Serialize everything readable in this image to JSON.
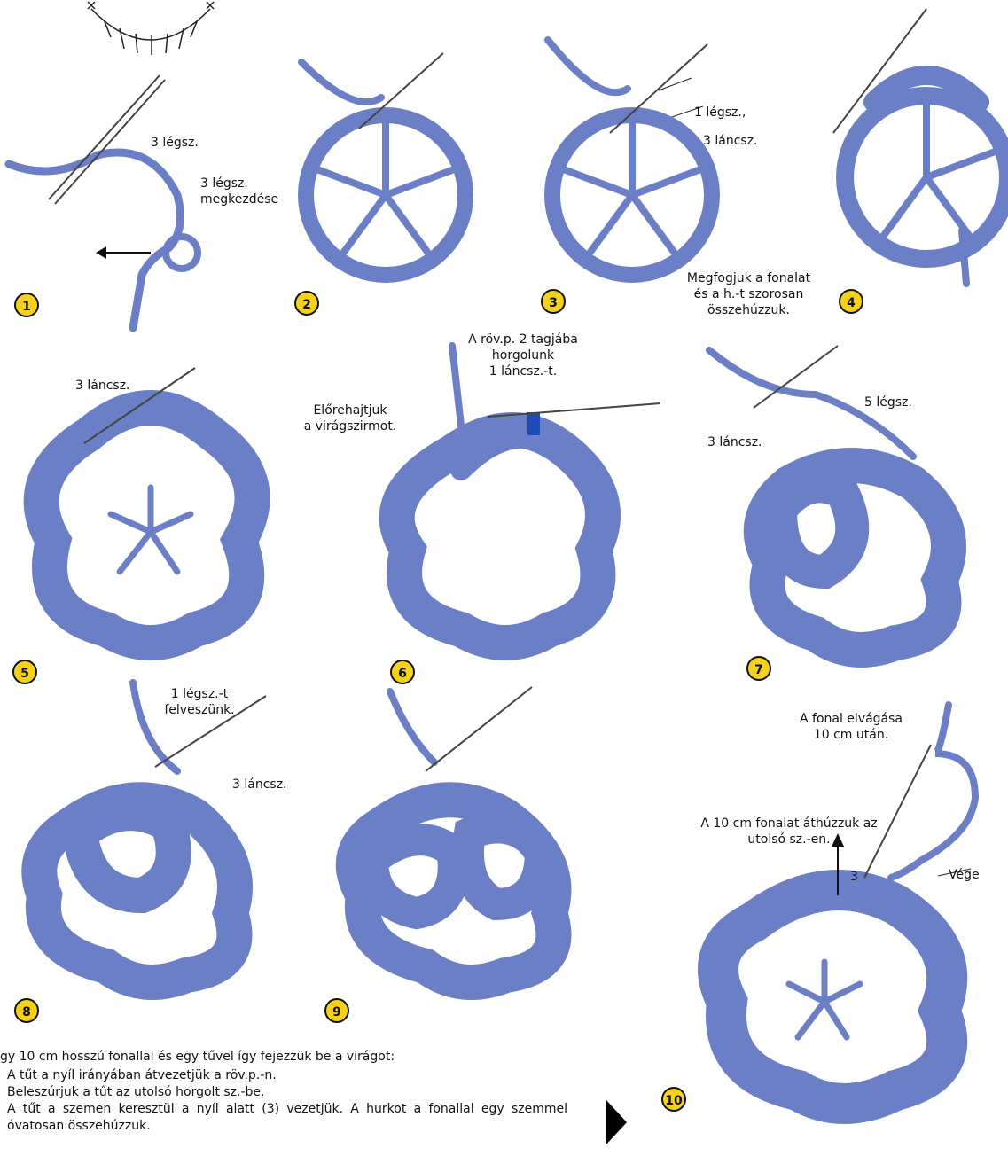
{
  "panels": [
    {
      "number": "1",
      "labels": [
        "3 légsz.",
        "3 légsz.\nmegkezdése"
      ]
    },
    {
      "number": "2",
      "labels": []
    },
    {
      "number": "3",
      "labels": [
        "1 légsz.,",
        "3 láncsz."
      ]
    },
    {
      "number": "4",
      "labels": [
        "Megfogjuk a fonalat\nés a h.-t szorosan\nösszehúzzuk."
      ]
    },
    {
      "number": "5",
      "labels": [
        "3 láncsz."
      ]
    },
    {
      "number": "6",
      "labels": [
        "Előrehajtjuk\na virágszirmot.",
        "A röv.p. 2 tagjába\nhorgolunk\n1 láncsz.-t."
      ]
    },
    {
      "number": "7",
      "labels": [
        "5 légsz.",
        "3 láncsz."
      ]
    },
    {
      "number": "8",
      "labels": [
        "1 légsz.-t\nfelveszünk.",
        "3 láncsz."
      ]
    },
    {
      "number": "9",
      "labels": []
    },
    {
      "number": "10",
      "labels": [
        "A fonal elvágása\n10 cm után.",
        "A 10 cm fonalat áthúzzuk az\nutolsó sz.-en.",
        "3",
        "Vége"
      ]
    }
  ],
  "instructions": {
    "intro": "gy 10 cm hosszú fonallal és egy tűvel így fejezzük be a virágot:",
    "steps": [
      "A tűt a nyíl irányában átvezetjük a röv.p.-n.",
      "Beleszúrjuk a tűt az utolsó horgolt sz.-be.",
      "A tűt a szemen keresztül a nyíl alatt (3) vezetjük. A hurkot a fonallal egy szemmel óvatosan összehúzzuk."
    ]
  },
  "colors": {
    "yarn": "#6b7fc6",
    "outline": "#1c2340",
    "badge": "#f4d21a"
  },
  "icons": {
    "next": "play-triangle-icon"
  }
}
